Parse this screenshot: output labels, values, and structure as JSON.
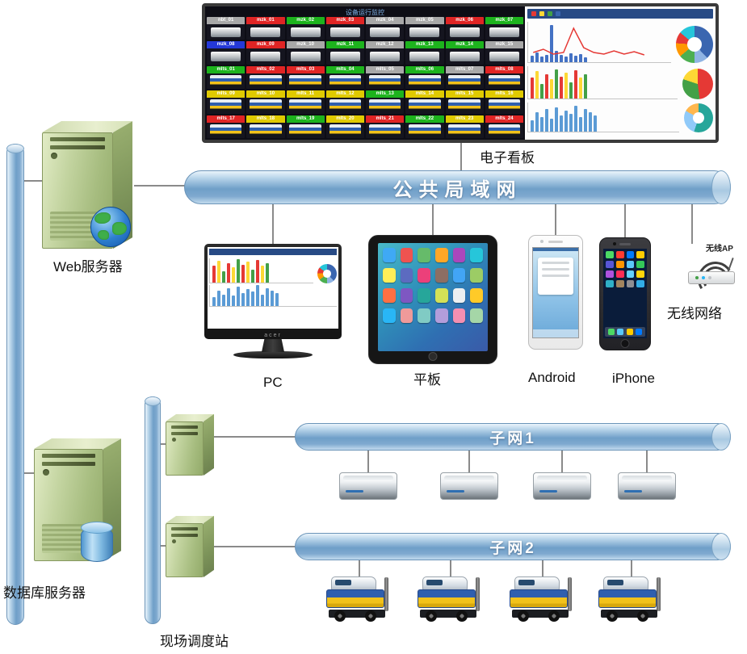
{
  "labels": {
    "kanban": "电子看板",
    "lan": "公共局域网",
    "web_server": "Web服务器",
    "pc": "PC",
    "tablet": "平板",
    "android": "Android",
    "iphone": "iPhone",
    "wireless_network": "无线网络",
    "wireless_ap": "无线AP",
    "db_server": "数据库服务器",
    "dispatch_station": "现场调度站",
    "subnet1": "子网1",
    "subnet2": "子网2",
    "monitor_brand": "acer"
  },
  "colors": {
    "pipe_main": "#6f9fc8",
    "server_green": "#b9cc96",
    "line_gray": "#8a8a8a",
    "tag": {
      "red": "#e02424",
      "green": "#1db31d",
      "yellow": "#e0ca00",
      "blue": "#2438d8",
      "gray": "#a8a8a8"
    }
  },
  "kanban": {
    "title": "设备运行监控",
    "legend": [
      "#e53935",
      "#fdd835",
      "#43a047",
      "#3a66b0"
    ],
    "grid": [
      {
        "type": "flat",
        "cells": [
          {
            "n": "nbt_01",
            "c": "gray"
          },
          {
            "n": "mzk_01",
            "c": "red"
          },
          {
            "n": "mzk_02",
            "c": "green"
          },
          {
            "n": "mzk_03",
            "c": "red"
          },
          {
            "n": "mzk_04",
            "c": "gray"
          },
          {
            "n": "mzk_05",
            "c": "gray"
          },
          {
            "n": "mzk_06",
            "c": "red"
          },
          {
            "n": "mzk_07",
            "c": "green"
          }
        ]
      },
      {
        "type": "flat",
        "cells": [
          {
            "n": "mzk_08",
            "c": "blue"
          },
          {
            "n": "mzk_09",
            "c": "red"
          },
          {
            "n": "mzk_10",
            "c": "gray"
          },
          {
            "n": "mzk_11",
            "c": "green"
          },
          {
            "n": "mzk_12",
            "c": "gray"
          },
          {
            "n": "mzk_13",
            "c": "green"
          },
          {
            "n": "mzk_14",
            "c": "green"
          },
          {
            "n": "mzk_15",
            "c": "gray"
          }
        ]
      },
      {
        "type": "agv",
        "cells": [
          {
            "n": "mlts_01",
            "c": "green"
          },
          {
            "n": "mlts_02",
            "c": "red"
          },
          {
            "n": "mlts_03",
            "c": "red"
          },
          {
            "n": "mlts_04",
            "c": "green"
          },
          {
            "n": "mlts_05",
            "c": "gray"
          },
          {
            "n": "mlts_06",
            "c": "green"
          },
          {
            "n": "mlts_07",
            "c": "gray"
          },
          {
            "n": "mlts_08",
            "c": "red"
          }
        ]
      },
      {
        "type": "agv",
        "cells": [
          {
            "n": "mlts_09",
            "c": "yellow"
          },
          {
            "n": "mlts_10",
            "c": "yellow"
          },
          {
            "n": "mlts_11",
            "c": "yellow"
          },
          {
            "n": "mlts_12",
            "c": "yellow"
          },
          {
            "n": "mlts_13",
            "c": "green"
          },
          {
            "n": "mlts_14",
            "c": "yellow"
          },
          {
            "n": "mlts_15",
            "c": "yellow"
          },
          {
            "n": "mlts_16",
            "c": "yellow"
          }
        ]
      },
      {
        "type": "agv",
        "cells": [
          {
            "n": "mlts_17",
            "c": "red"
          },
          {
            "n": "mlts_18",
            "c": "yellow"
          },
          {
            "n": "mlts_19",
            "c": "green"
          },
          {
            "n": "mlts_20",
            "c": "yellow"
          },
          {
            "n": "mlts_21",
            "c": "red"
          },
          {
            "n": "mlts_22",
            "c": "green"
          },
          {
            "n": "mlts_23",
            "c": "yellow"
          },
          {
            "n": "mlts_24",
            "c": "red"
          }
        ]
      }
    ],
    "charts": {
      "spike_bars": [
        8,
        12,
        7,
        9,
        46,
        14,
        9,
        7,
        11,
        8,
        10,
        6
      ],
      "spike_bar_color": "#4472c4",
      "spike_line": [
        12,
        16,
        10,
        12,
        42,
        18,
        12,
        10,
        14,
        10,
        13,
        9
      ],
      "spike_line_color": "#e53935",
      "donut_top": [
        {
          "c": "#3a66b0",
          "v": 38
        },
        {
          "c": "#8fb4e3",
          "v": 12
        },
        {
          "c": "#4caf50",
          "v": 14
        },
        {
          "c": "#ff9800",
          "v": 12
        },
        {
          "c": "#e53935",
          "v": 10
        },
        {
          "c": "#26c6da",
          "v": 14
        }
      ],
      "mid_bars": [
        26,
        34,
        18,
        30,
        24,
        36,
        27,
        32,
        20,
        35,
        26,
        30
      ],
      "mid_colors": [
        "#e53935",
        "#fdd835",
        "#43a047"
      ],
      "pie_mid": [
        {
          "c": "#e53935",
          "v": 48
        },
        {
          "c": "#43a047",
          "v": 32
        },
        {
          "c": "#fdd835",
          "v": 20
        }
      ],
      "bottom_bars": [
        14,
        24,
        18,
        28,
        16,
        30,
        20,
        26,
        22,
        32,
        18,
        28,
        24,
        20
      ],
      "bottom_bar_color": "#5b9bd5",
      "donut_bottom": [
        {
          "c": "#26a69a",
          "v": 55
        },
        {
          "c": "#90caf9",
          "v": 28
        },
        {
          "c": "#ffb74d",
          "v": 17
        }
      ]
    }
  },
  "tablet_icons": [
    "#3fa9f5",
    "#ef5350",
    "#66bb6a",
    "#ffa726",
    "#ab47bc",
    "#26c6da",
    "#ffee58",
    "#5c6bc0",
    "#ec407a",
    "#8d6e63",
    "#42a5f5",
    "#9ccc65",
    "#ff7043",
    "#7e57c2",
    "#26a69a",
    "#d4e157",
    "#eceff1",
    "#ffca28",
    "#29b6f6",
    "#ef9a9a",
    "#80cbc4",
    "#b39ddb",
    "#f48fb1",
    "#a5d6a7"
  ],
  "iphone": {
    "icons": [
      "#4cd964",
      "#ff3b30",
      "#007aff",
      "#ffcc00",
      "#5856d6",
      "#ff9500",
      "#5ac8fa",
      "#34c759",
      "#af52de",
      "#ff2d55",
      "#64d2ff",
      "#ffd60a",
      "#30b0c7",
      "#a2845e",
      "#8e8e93",
      "#32ade6"
    ],
    "dock": [
      "#4cd964",
      "#5ac8fa",
      "#ffcc00",
      "#007aff"
    ]
  }
}
